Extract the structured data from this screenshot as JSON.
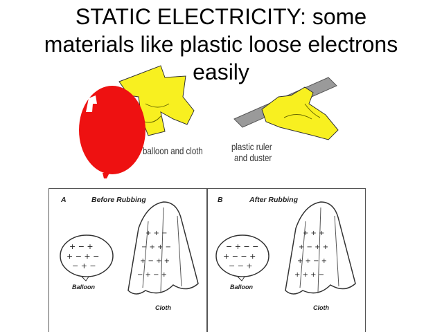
{
  "title": {
    "line1": "STATIC ELECTRICITY: some",
    "line2": "materials like plastic loose electrons",
    "line3": "easily"
  },
  "illustrations": {
    "balloon_caption": "balloon and cloth",
    "ruler_caption_line1": "plastic ruler",
    "ruler_caption_line2": "and duster"
  },
  "diagram": {
    "panel_a": {
      "letter": "A",
      "heading": "Before Rubbing",
      "balloon_label": "Balloon",
      "cloth_label": "Cloth"
    },
    "panel_b": {
      "letter": "B",
      "heading": "After Rubbing",
      "balloon_label": "Balloon",
      "cloth_label": "Cloth"
    }
  },
  "colors": {
    "balloon": "#ee1111",
    "cloth": "#f8f020",
    "ruler": "#9a9a9a"
  }
}
